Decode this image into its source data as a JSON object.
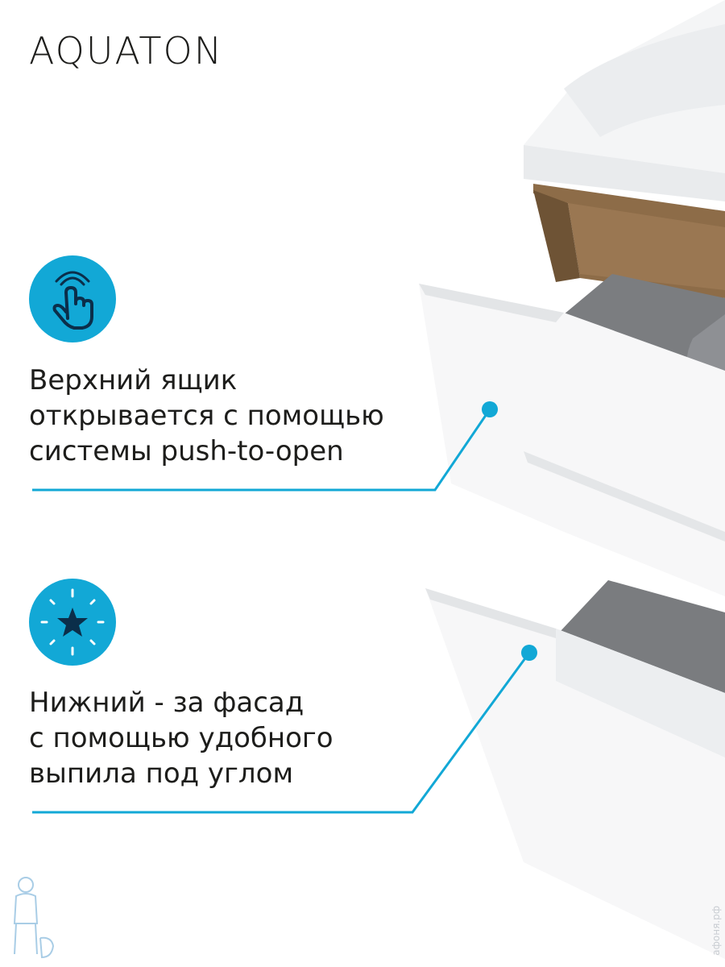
{
  "brand": {
    "logo_text": "AQUATON"
  },
  "features": [
    {
      "icon": "push-touch-icon",
      "lines": [
        "Верхний ящик",
        "открывается с помощью",
        "системы push-to-open"
      ]
    },
    {
      "icon": "star-sparkle-icon",
      "lines": [
        "Нижний - за фасад",
        "с помощью удобного",
        "выпила под углом"
      ]
    }
  ],
  "watermark": {
    "text": "афоня.рф"
  },
  "colors": {
    "accent": "#12a8d6",
    "text": "#1d1d1b",
    "wood": "#8a6a45",
    "panel": "#f2f3f4"
  }
}
